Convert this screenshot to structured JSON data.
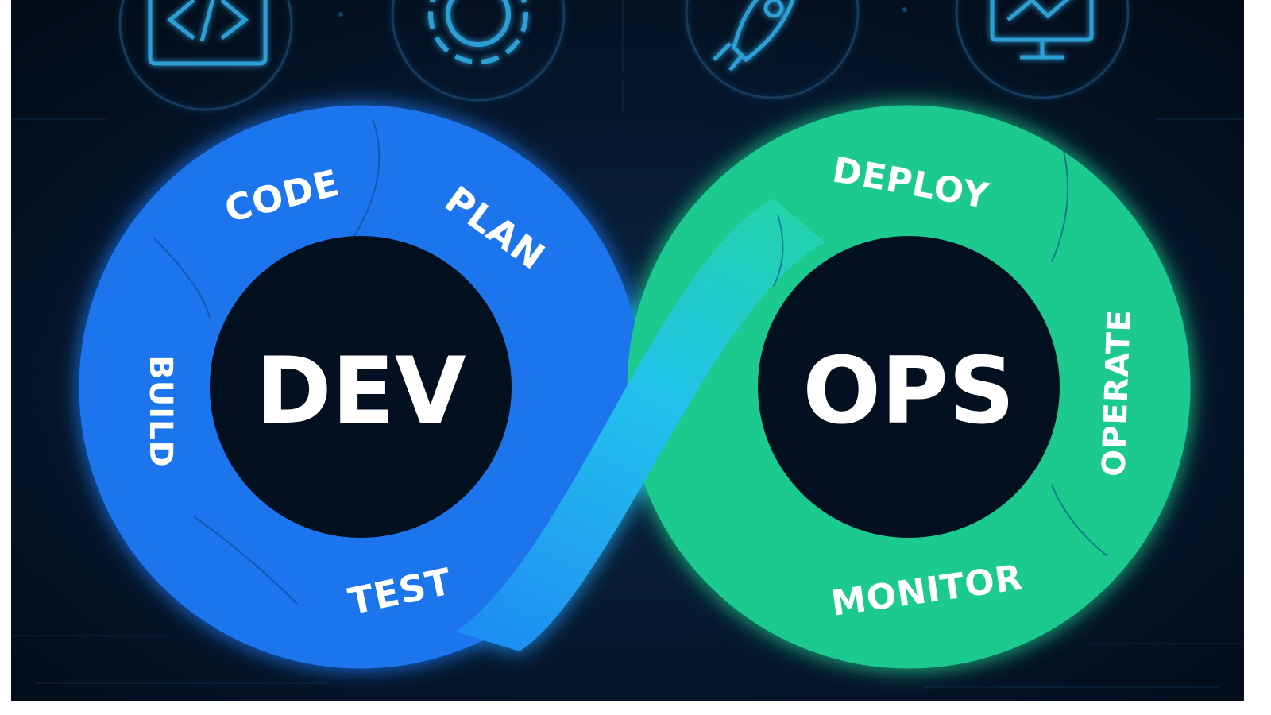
{
  "diagram": {
    "center_left": "DEV",
    "center_right": "OPS",
    "stages": {
      "code": "CODE",
      "plan": "PLAN",
      "build": "BUILD",
      "test": "TEST",
      "deploy": "DEPLOY",
      "operate": "OPERATE",
      "monitor": "MONITOR"
    },
    "icons": [
      "code-brackets-icon",
      "gear-icon",
      "rocket-icon",
      "monitor-chart-icon"
    ]
  },
  "colors": {
    "background": "#041022",
    "dev_blue": "#1f7ff0",
    "bridge_cyan": "#1fb8ea",
    "ops_green": "#1fce8e",
    "icon_stroke": "#2f9fd6"
  }
}
